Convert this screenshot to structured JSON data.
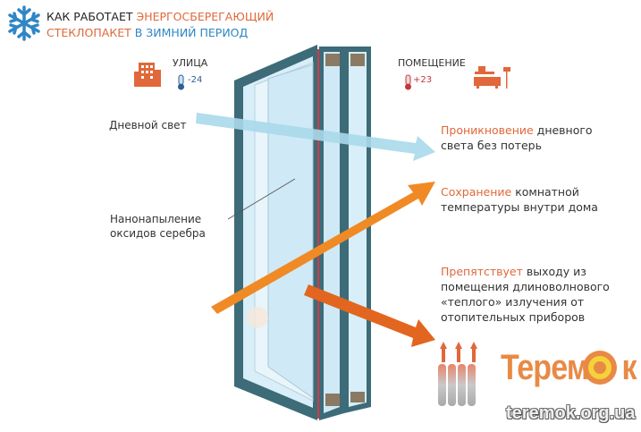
{
  "title": {
    "line1_dark": "КАК РАБОТАЕТ",
    "line1_accent": "ЭНЕРГОСБЕРЕГАЮЩИЙ",
    "line2_accent": "СТЕКЛОПАКЕТ",
    "line2_blue": "В ЗИМНИЙ ПЕРИОД"
  },
  "outside": {
    "label": "УЛИЦА",
    "temp": "-24"
  },
  "inside": {
    "label": "ПОМЕЩЕНИЕ",
    "temp": "+23"
  },
  "left_labels": {
    "daylight": "Дневной свет",
    "coating_1": "Нанонапыление",
    "coating_2": "оксидов серебра"
  },
  "effects": [
    {
      "accent": "Проникновение",
      "rest1": " дневного",
      "rest2": "света без потерь"
    },
    {
      "accent": "Сохранение",
      "rest1": " комнатной",
      "rest2": "температуры внутри дома"
    },
    {
      "accent": "Препятствует",
      "rest1": " выходу из",
      "rest2": "помещения длиноволнового",
      "rest3": "«теплого» излучения от",
      "rest4": "отопительных приборов"
    }
  ],
  "logo": {
    "name": "Терем",
    "name_end": "к",
    "site": "teremok.org.ua"
  },
  "colors": {
    "accent": "#e0683a",
    "blue": "#2f86c4",
    "frame": "#3d6b78"
  }
}
